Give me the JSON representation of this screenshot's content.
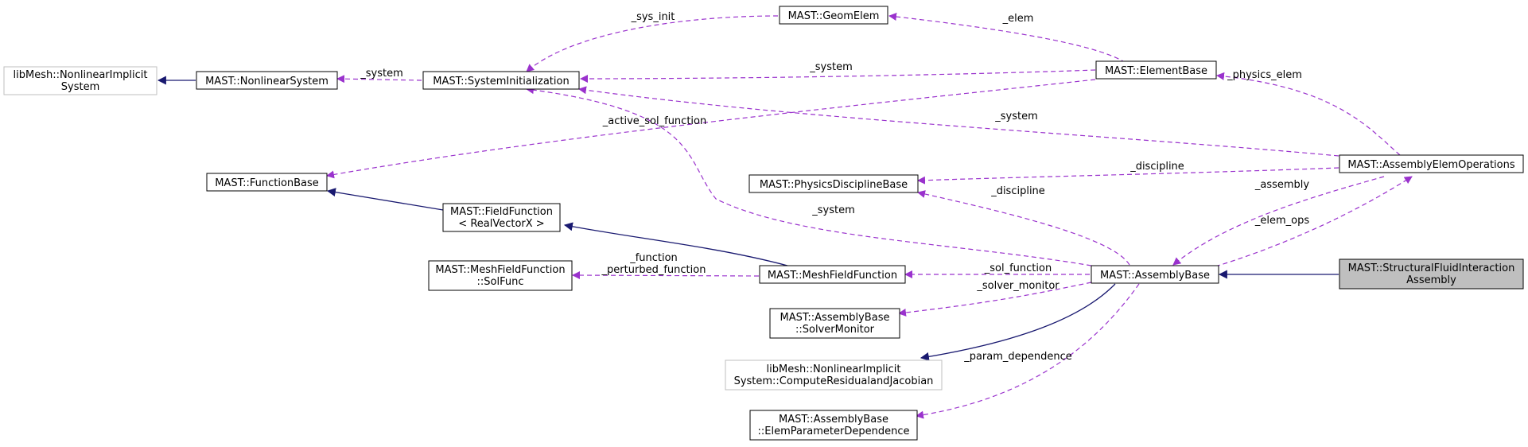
{
  "nodes": {
    "lm_nonlinear": {
      "lines": [
        "libMesh::NonlinearImplicit",
        "System"
      ],
      "style": "external"
    },
    "nonlinear_system": {
      "lines": [
        "MAST::NonlinearSystem"
      ],
      "style": "normal"
    },
    "system_init": {
      "lines": [
        "MAST::SystemInitialization"
      ],
      "style": "normal"
    },
    "geom_elem": {
      "lines": [
        "MAST::GeomElem"
      ],
      "style": "normal"
    },
    "element_base": {
      "lines": [
        "MAST::ElementBase"
      ],
      "style": "normal"
    },
    "function_base": {
      "lines": [
        "MAST::FunctionBase"
      ],
      "style": "normal"
    },
    "field_function": {
      "lines": [
        "MAST::FieldFunction",
        "< RealVectorX >"
      ],
      "style": "normal"
    },
    "mesh_sol_func": {
      "lines": [
        "MAST::MeshFieldFunction",
        "::SolFunc"
      ],
      "style": "normal"
    },
    "mesh_field_function": {
      "lines": [
        "MAST::MeshFieldFunction"
      ],
      "style": "normal"
    },
    "physics_discipline": {
      "lines": [
        "MAST::PhysicsDisciplineBase"
      ],
      "style": "normal"
    },
    "assembly_elem_ops": {
      "lines": [
        "MAST::AssemblyElemOperations"
      ],
      "style": "normal"
    },
    "assembly_base": {
      "lines": [
        "MAST::AssemblyBase"
      ],
      "style": "normal"
    },
    "solver_monitor": {
      "lines": [
        "MAST::AssemblyBase",
        "::SolverMonitor"
      ],
      "style": "normal"
    },
    "compute_residual": {
      "lines": [
        "libMesh::NonlinearImplicit",
        "System::ComputeResidualandJacobian"
      ],
      "style": "external"
    },
    "elem_param_dep": {
      "lines": [
        "MAST::AssemblyBase",
        "::ElemParameterDependence"
      ],
      "style": "normal"
    },
    "sfi_assembly": {
      "lines": [
        "MAST::StructuralFluidInteraction",
        "Assembly"
      ],
      "style": "focus"
    }
  },
  "edge_labels": {
    "sys_init": [
      "_sys_init"
    ],
    "elem": [
      "_elem"
    ],
    "system_nl": [
      "_system"
    ],
    "system_eb": [
      "_system"
    ],
    "physics_elem": [
      "_physics_elem"
    ],
    "active_sol_function": [
      "_active_sol_function"
    ],
    "system_aeo": [
      "_system"
    ],
    "discipline_aeo": [
      "_discipline"
    ],
    "discipline_ab": [
      "_discipline"
    ],
    "assembly": [
      "_assembly"
    ],
    "system_ab": [
      "_system"
    ],
    "elem_ops": [
      "_elem_ops"
    ],
    "function": [
      "_function",
      "_perturbed_function"
    ],
    "sol_function": [
      "_sol_function"
    ],
    "solver_monitor": [
      "_solver_monitor"
    ],
    "param_dependence": [
      "_param_dependence"
    ]
  }
}
